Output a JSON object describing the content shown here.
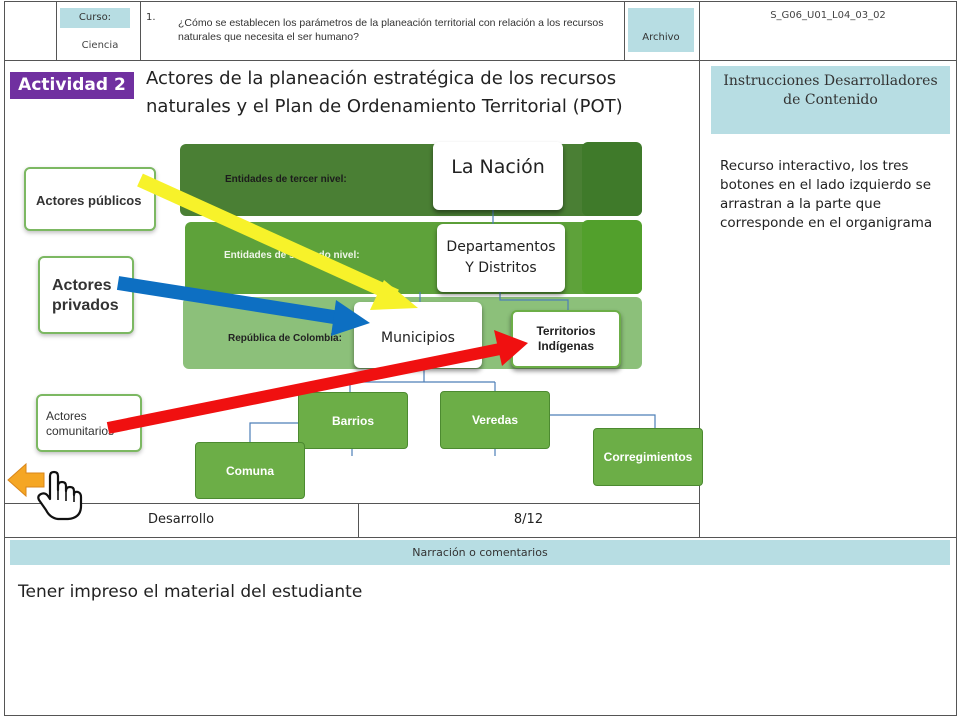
{
  "header": {
    "curso_label": "Curso:",
    "curso_value": "Ciencia",
    "question_number": "1.",
    "question_text": "¿Cómo se establecen los parámetros de la planeación territorial con relación a los recursos naturales que necesita el ser humano?",
    "archivo_label": "Archivo",
    "code": "S_G06_U01_L04_03_02"
  },
  "activity": {
    "badge": "Actividad 2",
    "title": "Actores de la planeación estratégica de los recursos naturales y el Plan de Ordenamiento Territorial (POT)"
  },
  "diagram": {
    "levels": {
      "third": "Entidades de tercer nivel:",
      "second": "Entidades de segundo nivel:",
      "first": "República de Colombia:"
    },
    "nodes": {
      "nacion": "La Nación",
      "departamentos_1": "Departamentos",
      "departamentos_2": "Y Distritos",
      "municipios": "Municipios",
      "territorios_1": "Territorios",
      "territorios_2": "Indígenas",
      "barrios": "Barrios",
      "veredas": "Veredas",
      "comuna": "Comuna",
      "corregimientos": "Corregimientos"
    },
    "actors": {
      "publicos": "Actores públicos",
      "privados_1": "Actores",
      "privados_2": "privados",
      "comunitarios_1": "Actores",
      "comunitarios_2": "comunitarios"
    },
    "arrow_colors": {
      "publicos": "#f7f22a",
      "privados": "#0d6fc2",
      "comunitarios": "#f01010",
      "back": "#f5a623"
    }
  },
  "instructions": {
    "header": "Instrucciones Desarrolladores de Contenido",
    "body": "Recurso interactivo, los tres botones en el lado izquierdo se arrastran a la parte que corresponde en el organigrama"
  },
  "footer_row": {
    "stage": "Desarrollo",
    "page": "8/12"
  },
  "narration": {
    "header": "Narración o comentarios",
    "body": "Tener impreso el material del estudiante"
  }
}
